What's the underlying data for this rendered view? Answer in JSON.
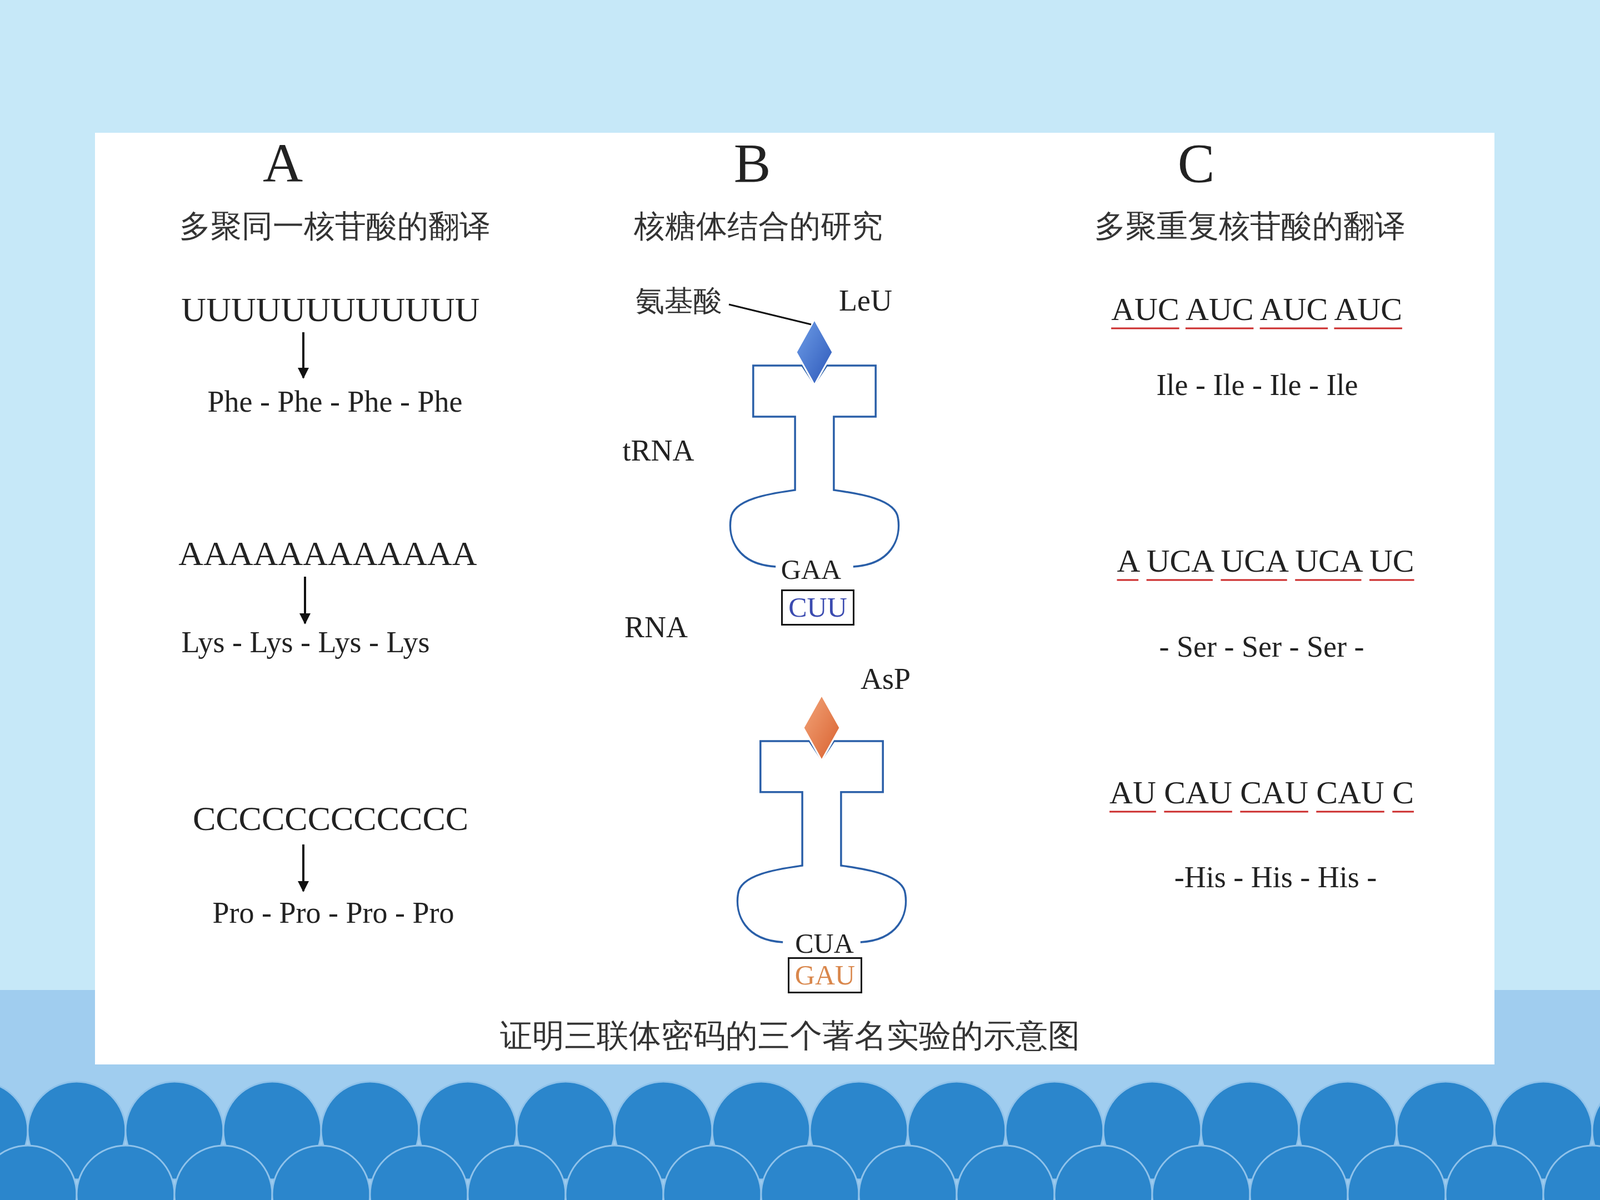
{
  "diagram": {
    "caption": "证明三联体密码的三个著名实验的示意图",
    "nodes": [
      {
        "text": [
          "CUU"
        ]
      },
      {
        "text": [
          "GAU"
        ]
      }
    ],
    "labels": [
      "A",
      "多聚同一核苷酸的翻译",
      "UUUUUUUUUUUU",
      "Phe - Phe - Phe - Phe",
      "AAAAAAAAAAAA",
      "Lys - Lys - Lys - Lys",
      "CCCCCCCCCCCC",
      "Pro - Pro - Pro - Pro",
      "B",
      "核糖体结合的研究",
      "氨基酸",
      "LeU",
      "tRNA",
      "GAA",
      "RNA",
      "AsP",
      "CUA",
      "C",
      "多聚重复核苷酸的翻译",
      "AUC AUC AUC AUC",
      "Ile - Ile - Ile - Ile",
      "A UCA UCA UCA UC",
      "- Ser - Ser - Ser -",
      "AU CAU CAU CAU C",
      "-His - His - His -"
    ]
  }
}
